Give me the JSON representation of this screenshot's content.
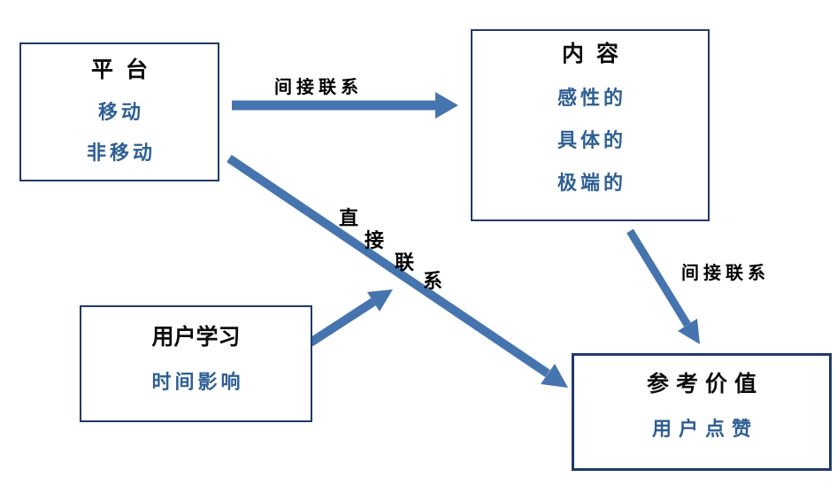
{
  "diagram": {
    "background": "#ffffff",
    "colors": {
      "box_border": "#1f3a68",
      "arrow_blue": "#4674ae",
      "title_text": "#0d0d0d",
      "item_text": "#2e5f94",
      "label_text": "#000000"
    },
    "nodes": {
      "platform": {
        "title": "平台",
        "items": [
          "移动",
          "非移动"
        ]
      },
      "content": {
        "title": "内容",
        "items": [
          "感性的",
          "具体的",
          "极端的"
        ]
      },
      "user_learning": {
        "title": "用户学习",
        "items": [
          "时间影响"
        ]
      },
      "reference_value": {
        "title": "参考价值",
        "items": [
          "用户点赞"
        ]
      }
    },
    "edges": {
      "platform_to_content": {
        "label": "间接联系",
        "style": "horizontal-arrow"
      },
      "platform_to_reference": {
        "label": "直接联系",
        "chars": [
          "直",
          "接",
          "联",
          "系"
        ],
        "style": "diagonal-arrow"
      },
      "content_to_reference": {
        "label": "间接联系",
        "style": "diagonal-arrow"
      },
      "user_learning_moderation": {
        "label": "",
        "style": "short-arrow-to-direct-link"
      }
    }
  }
}
